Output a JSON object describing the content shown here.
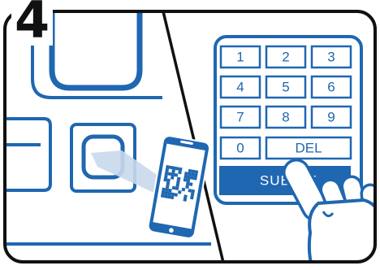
{
  "step": {
    "number": "4"
  },
  "keypad": {
    "keys": [
      "1",
      "2",
      "3",
      "4",
      "5",
      "6",
      "7",
      "8",
      "9",
      "0"
    ],
    "delete_label": "DEL",
    "submit_label": "SUBMIT"
  },
  "colors": {
    "brand_blue": "#1f67b1",
    "outline": "#111111",
    "beam": "#c9d9ec",
    "background": "#ffffff"
  },
  "icons": [
    "hand-pointer-icon",
    "qr-code-icon",
    "smartphone-icon",
    "scanner-icon"
  ]
}
